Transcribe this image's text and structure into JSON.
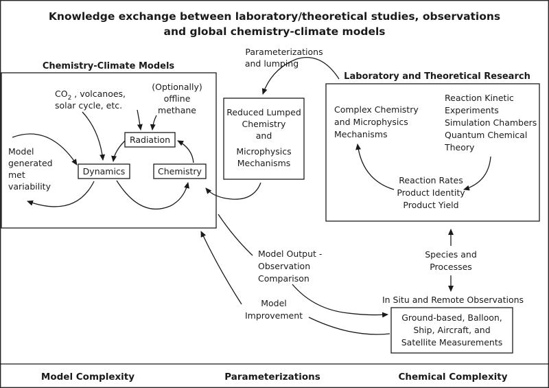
{
  "title": {
    "line1": "Knowledge exchange between laboratory/theoretical studies, observations",
    "line2": "and global chemistry-climate models"
  },
  "ccm": {
    "header": "Chemistry-Climate Models",
    "forcing": [
      "CO",
      "2",
      " , volcanoes,",
      "solar cycle, etc."
    ],
    "methane": [
      "(Optionally)",
      "offline",
      "methane"
    ],
    "radiation": "Radiation",
    "dynamics": "Dynamics",
    "chemistry": "Chemistry",
    "met_variability": [
      "Model",
      "generated",
      "met",
      "variability"
    ]
  },
  "param_label": [
    "Parameterizations",
    "and lumping"
  ],
  "reduced": [
    "Reduced Lumped",
    "Chemistry",
    "and",
    "Microphysics",
    "Mechanisms"
  ],
  "lab": {
    "header": "Laboratory and Theoretical Research",
    "complex": [
      "Complex Chemistry",
      "and Microphysics",
      "Mechanisms"
    ],
    "kinetic": [
      "Reaction Kinetic",
      "Experiments",
      "Simulation Chambers",
      "Quantum Chemical",
      "Theory"
    ],
    "rates": [
      "Reaction Rates",
      "Product Identity",
      "Product Yield"
    ]
  },
  "species": [
    "Species and",
    "Processes"
  ],
  "obs": {
    "header": "In Situ and Remote Observations",
    "box": [
      "Ground-based, Balloon,",
      "Ship, Aircraft, and",
      "Satellite Measurements"
    ]
  },
  "comparison": [
    "Model Output -",
    "Observation",
    "Comparison"
  ],
  "improvement": [
    "Model",
    "Improvement"
  ],
  "footer": {
    "left": "Model Complexity",
    "mid": "Parameterizations",
    "right": "Chemical Complexity"
  }
}
